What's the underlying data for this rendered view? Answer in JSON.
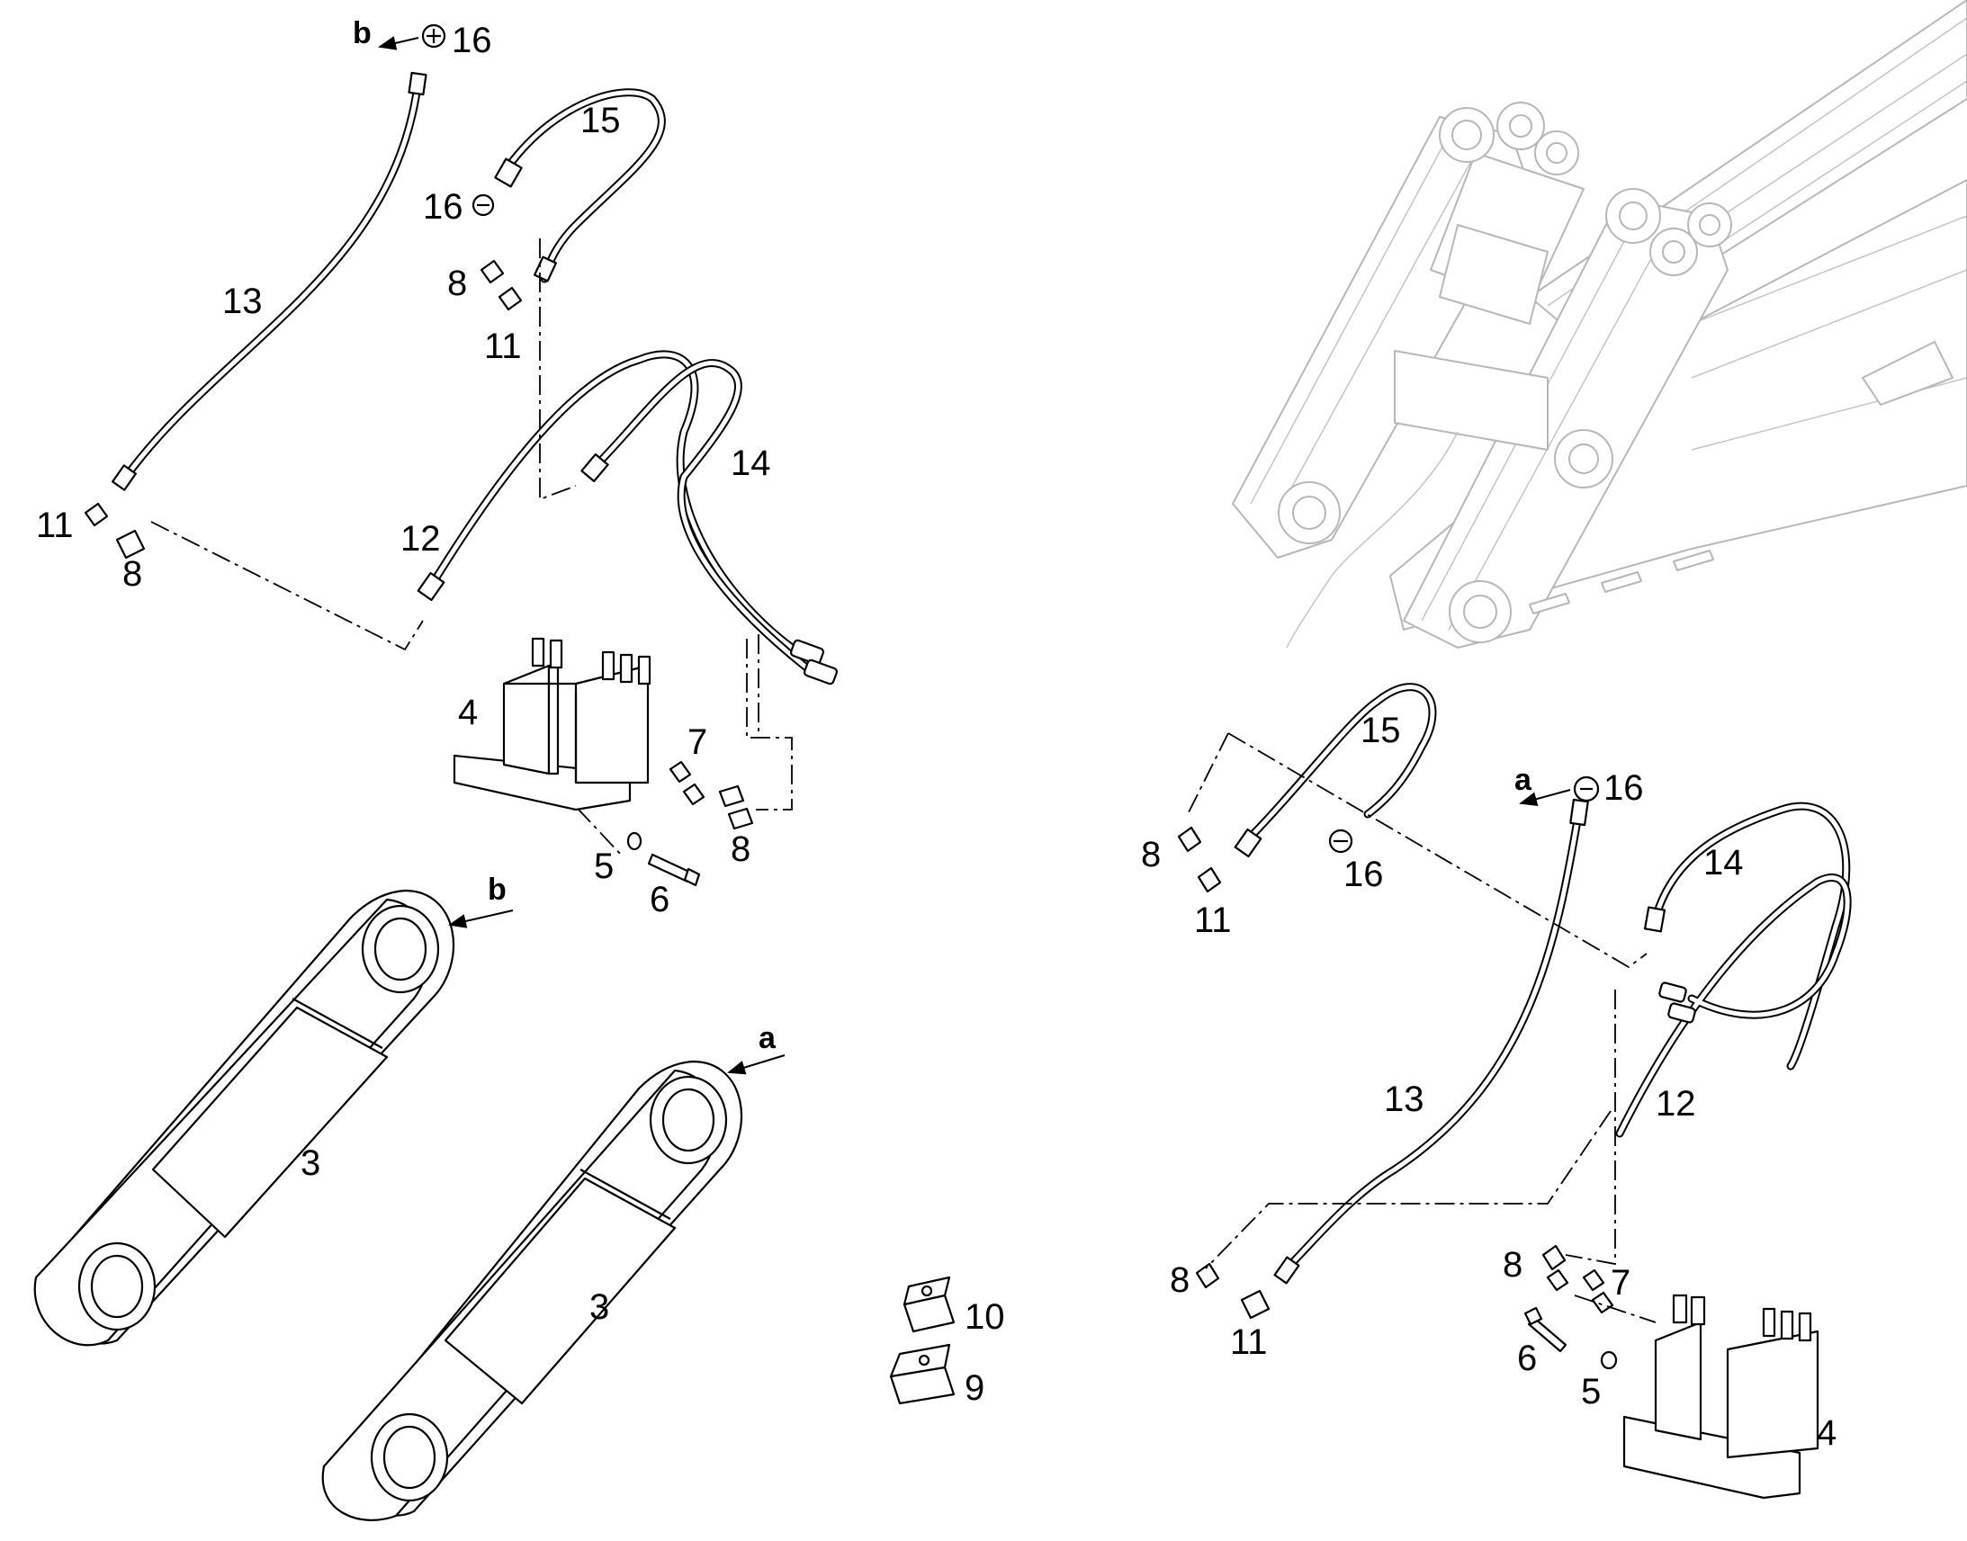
{
  "diagram": {
    "callouts_left": {
      "n16a": "16",
      "n16b": "16",
      "n15": "15",
      "n13": "13",
      "n14": "14",
      "n12": "12",
      "n11a": "11",
      "n11b": "11",
      "n8a": "8",
      "n8b": "8",
      "n8c": "8",
      "n4": "4",
      "n7": "7",
      "n5": "5",
      "n6": "6",
      "n3a": "3",
      "n3b": "3"
    },
    "callouts_middle": {
      "n10": "10",
      "n9": "9"
    },
    "callouts_right": {
      "n15": "15",
      "n16a": "16",
      "n16b": "16",
      "n14": "14",
      "n13": "13",
      "n12": "12",
      "n8a": "8",
      "n8b": "8",
      "n8c": "8",
      "n11a": "11",
      "n11b": "11",
      "n7": "7",
      "n6": "6",
      "n5": "5",
      "n4": "4"
    },
    "arrow_labels": {
      "a_top": "a",
      "a_right": "a",
      "b_top": "b",
      "b_left": "b"
    }
  }
}
